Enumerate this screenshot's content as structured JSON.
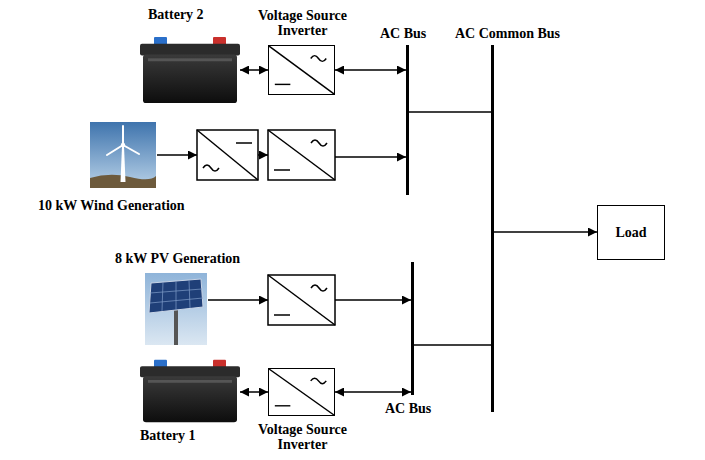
{
  "diagram": {
    "nodes": [
      {
        "text": [
          "Battery 2"
        ]
      },
      {
        "text": [
          "Voltage Source Inverter"
        ]
      },
      {
        "text": [
          "AC Bus"
        ]
      },
      {
        "text": [
          "AC Common Bus"
        ]
      },
      {
        "text": [
          "10 kW Wind Generation"
        ]
      },
      {
        "text": [
          "Load"
        ]
      },
      {
        "text": [
          "8 kW PV Generation"
        ]
      },
      {
        "text": [
          "Voltage Source Inverter"
        ]
      },
      {
        "text": [
          "Battery 1"
        ]
      },
      {
        "text": [
          "AC Bus"
        ]
      }
    ],
    "edges": [
      {
        "from": 0,
        "to": 1,
        "arrow": "both"
      },
      {
        "from": 1,
        "to": 2,
        "arrow": "both"
      },
      {
        "from": 2,
        "to": 3,
        "arrow": "none"
      },
      {
        "from": 3,
        "to": 5,
        "arrow": "to"
      },
      {
        "from": 9,
        "to": 3,
        "arrow": "none"
      },
      {
        "from": 8,
        "to": 7,
        "arrow": "both"
      },
      {
        "from": 7,
        "to": 9,
        "arrow": "both"
      }
    ]
  }
}
